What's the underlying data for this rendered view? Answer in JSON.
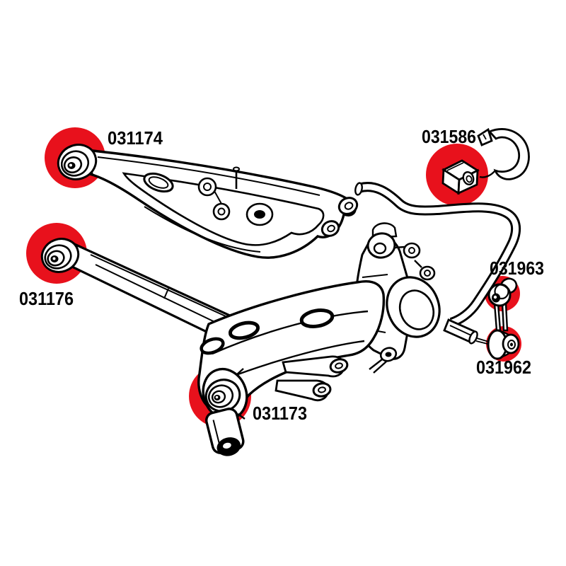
{
  "diagram": {
    "kind": "rear-suspension-bushing-diagram",
    "background_color": "#ffffff",
    "line_color": "#000000",
    "highlight_color": "#e8111c",
    "parts": [
      {
        "id": "upper-control-arm-front-bushing",
        "label": "031174"
      },
      {
        "id": "anti-roll-bar-mount-bushing",
        "label": "031586"
      },
      {
        "id": "trailing-rod-front-bushing",
        "label": "031176"
      },
      {
        "id": "drop-link-upper-bushing",
        "label": "031963"
      },
      {
        "id": "drop-link-lower-bushing",
        "label": "031962"
      },
      {
        "id": "trailing-arm-rear-bushing",
        "label": "031173"
      }
    ]
  }
}
